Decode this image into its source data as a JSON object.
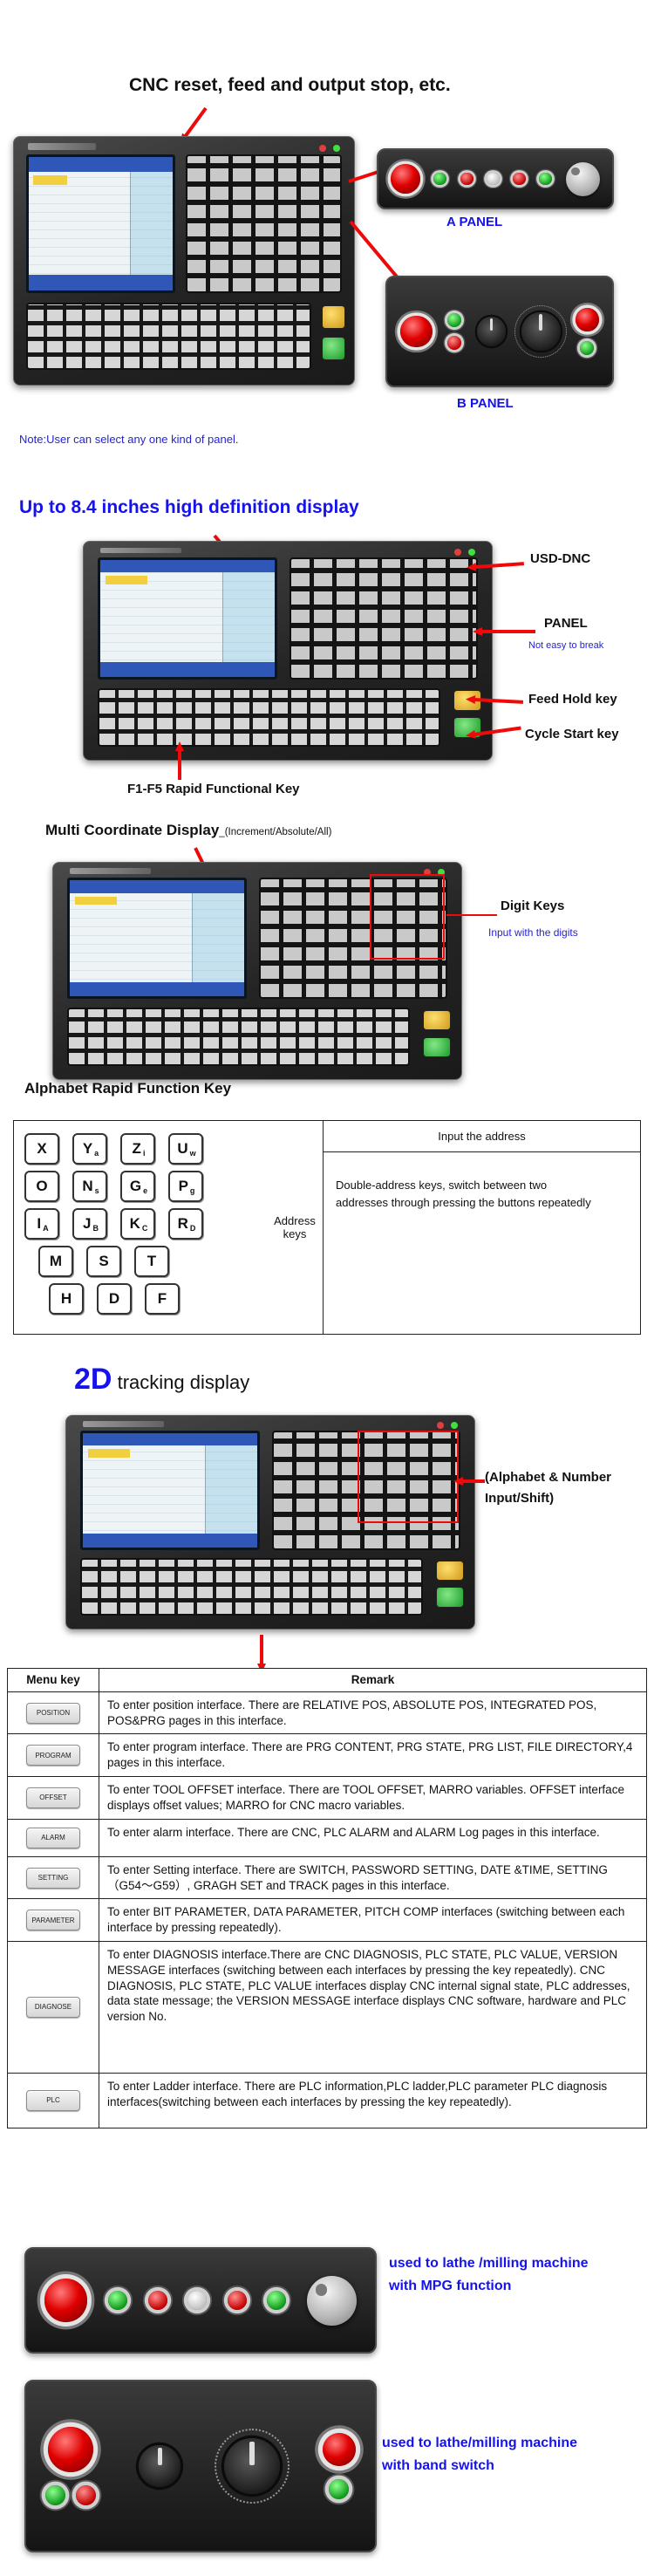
{
  "colors": {
    "red": "#ee0a0a",
    "blue": "#1612ee",
    "label_blue": "#2323d6"
  },
  "s1": {
    "title": "CNC reset, feed and output  stop, etc.",
    "a_panel": "A PANEL",
    "b_panel": "B PANEL",
    "note": "Note:User can select any one kind of panel."
  },
  "s2": {
    "heading": "Up to 8.4 inches high definition display",
    "usb": "USD-DNC",
    "panel": "PANEL",
    "panel_sub": "Not easy to break",
    "feed_hold": "Feed Hold key",
    "cycle_start": "Cycle Start key",
    "fkeys": "F1-F5 Rapid Functional Key"
  },
  "s3": {
    "heading": "Multi Coordinate Display",
    "heading_sub": "_(Increment/Absolute/All)",
    "digit_keys": "Digit Keys",
    "digit_sub": "Input with the digits"
  },
  "s4": {
    "heading": "Alphabet Rapid Function Key",
    "address_label": "Address\nkeys",
    "input_header": "Input the address",
    "description": "Double-address    keys,   switch   between  two\naddresses through pressing the buttons repeatedly",
    "keys": [
      {
        "m": "X",
        "s": ""
      },
      {
        "m": "Y",
        "s": "a"
      },
      {
        "m": "Z",
        "s": "i"
      },
      {
        "m": "U",
        "s": "w"
      },
      {
        "m": "O",
        "s": ""
      },
      {
        "m": "N",
        "s": "s"
      },
      {
        "m": "G",
        "s": "e"
      },
      {
        "m": "P",
        "s": "g"
      },
      {
        "m": "I",
        "s": "A"
      },
      {
        "m": "J",
        "s": "B"
      },
      {
        "m": "K",
        "s": "C"
      },
      {
        "m": "R",
        "s": "D"
      },
      {
        "m": "M",
        "s": ""
      },
      {
        "m": "S",
        "s": ""
      },
      {
        "m": "T",
        "s": ""
      },
      {
        "m": "H",
        "s": ""
      },
      {
        "m": "D",
        "s": ""
      },
      {
        "m": "F",
        "s": ""
      }
    ]
  },
  "s5": {
    "heading_em": "2D",
    "heading_rest": " tracking display",
    "annotation": "(Alphabet & Number\nInput/Shift)"
  },
  "menu_table": {
    "header_key": "Menu key",
    "header_remark": "Remark",
    "rows": [
      {
        "key": "POSITION",
        "remark": "To enter position interface. There are RELATIVE POS, ABSOLUTE POS, INTEGRATED POS, POS&PRG pages in this interface."
      },
      {
        "key": "PROGRAM",
        "remark": "To enter program interface. There are PRG CONTENT, PRG STATE, PRG LIST, FILE DIRECTORY,4 pages in this interface."
      },
      {
        "key": "OFFSET",
        "remark": "To enter TOOL OFFSET interface. There are TOOL OFFSET, MARRO variables. OFFSET interface displays offset values; MARRO for CNC macro variables."
      },
      {
        "key": "ALARM",
        "remark": "To enter alarm interface. There are CNC, PLC ALARM and ALARM Log pages in this interface."
      },
      {
        "key": "SETTING",
        "remark": "To enter Setting interface. There are SWITCH, PASSWORD SETTING, DATE &TIME, SETTING （G54～G59）, GRAGH SET and TRACK pages in this interface."
      },
      {
        "key": "PARAMETER",
        "remark": "To enter BIT PARAMETER, DATA PARAMETER, PITCH COMP interfaces (switching between each interface by pressing repeatedly)."
      },
      {
        "key": "DIAGNOSE",
        "remark": "To enter DIAGNOSIS interface.There are CNC DIAGNOSIS, PLC STATE, PLC VALUE, VERSION MESSAGE interfaces (switching between each interfaces by pressing the key repeatedly). CNC DIAGNOSIS, PLC STATE, PLC VALUE interfaces display CNC internal signal state, PLC addresses, data state message; the VERSION MESSAGE interface displays CNC software, hardware and PLC version No."
      },
      {
        "key": "PLC",
        "remark": "To enter Ladder interface. There are PLC information,PLC ladder,PLC parameter PLC diagnosis interfaces(switching between each interfaces by pressing the key repeatedly)."
      }
    ]
  },
  "s7": {
    "mpg": "used to lathe /milling machine\nwith MPG function",
    "band": "used to lathe/milling machine\n with band switch"
  }
}
